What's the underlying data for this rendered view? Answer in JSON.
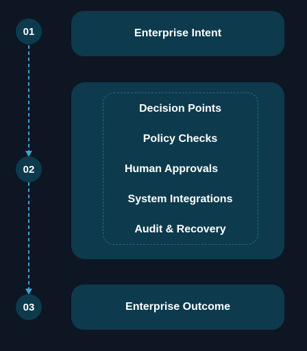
{
  "steps": [
    {
      "number": "01",
      "label": "Enterprise Intent"
    },
    {
      "number": "02",
      "items": [
        "Decision Points",
        "Policy Checks",
        "Human Approvals",
        "System Integrations",
        "Audit & Recovery"
      ]
    },
    {
      "number": "03",
      "label": "Enterprise Outcome"
    }
  ],
  "colors": {
    "background": "#0e1623",
    "panel": "#0d3a4d",
    "connector": "#3aa3d0",
    "dashed_border": "#2b6a80",
    "text": "#ffffff"
  }
}
